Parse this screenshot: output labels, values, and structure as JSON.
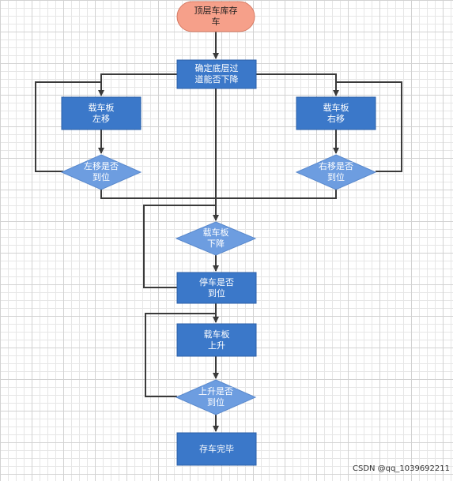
{
  "diagram": {
    "colors": {
      "start_fill": "#f6a08a",
      "start_stroke": "#d67a63",
      "process_fill": "#3b78c9",
      "process_stroke": "#2b5fa8",
      "decision_fill": "#6d9de0",
      "decision_stroke": "#5a89cc",
      "edge": "#3a3a3a"
    },
    "start": {
      "line1": "顶层车库存",
      "line2": "车"
    },
    "check_descend": {
      "line1": "确定底层过",
      "line2": "道能否下降"
    },
    "left_move": {
      "line1": "载车板",
      "line2": "左移"
    },
    "right_move": {
      "line1": "载车板",
      "line2": "右移"
    },
    "left_check": {
      "line1": "左移是否",
      "line2": "到位"
    },
    "right_check": {
      "line1": "右移是否",
      "line2": "到位"
    },
    "descend": {
      "line1": "载车板",
      "line2": "下降"
    },
    "stop_check": {
      "line1": "停车是否",
      "line2": "到位"
    },
    "ascend": {
      "line1": "载车板",
      "line2": "上升"
    },
    "ascend_check": {
      "line1": "上升是否",
      "line2": "到位"
    },
    "end": {
      "line1": "存车完毕"
    }
  },
  "watermark": "CSDN @qq_1039692211"
}
